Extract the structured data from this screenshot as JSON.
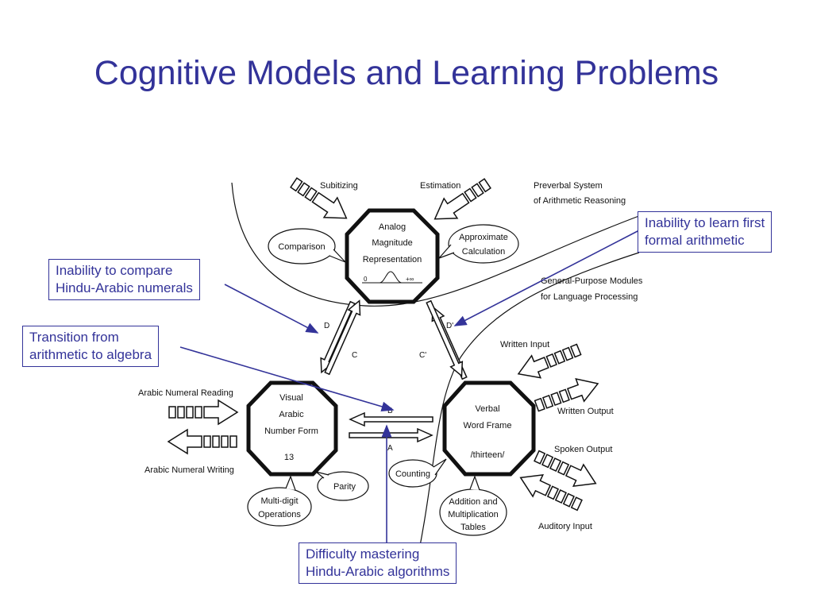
{
  "slide": {
    "title": "Cognitive Models and Learning Problems"
  },
  "modules": {
    "analog": {
      "line1": "Analog",
      "line2": "Magnitude",
      "line3": "Representation",
      "zero": "0",
      "infinity": "+∞"
    },
    "visual": {
      "line1": "Visual",
      "line2": "Arabic",
      "line3": "Number Form",
      "example": "13"
    },
    "verbal": {
      "line1": "Verbal",
      "line2": "Word Frame",
      "example": "/thirteen/"
    }
  },
  "bubbles": {
    "comparison": "Comparison",
    "approximate": [
      "Approximate",
      "Calculation"
    ],
    "parity": "Parity",
    "multidigit": [
      "Multi-digit",
      "Operations"
    ],
    "counting": "Counting",
    "addition": [
      "Addition and",
      "Multiplication",
      "Tables"
    ]
  },
  "io_labels": {
    "subitizing": "Subitizing",
    "estimation": "Estimation",
    "preverbal": [
      "Preverbal System",
      "of Arithmetic Reasoning"
    ],
    "general_purpose": [
      "General-Purpose Modules",
      "for Language Processing"
    ],
    "written_input": "Written Input",
    "written_output": "Written Output",
    "spoken_output": "Spoken Output",
    "auditory_input": "Auditory Input",
    "arabic_reading": "Arabic Numeral Reading",
    "arabic_writing": "Arabic Numeral Writing"
  },
  "pathways": {
    "a": "A",
    "b": "B",
    "c": "C",
    "c_prime": "C'",
    "d": "D",
    "d_prime": "D'"
  },
  "callouts": {
    "compare": [
      "Inability to compare",
      "Hindu-Arabic numerals"
    ],
    "transition": [
      "Transition from",
      "arithmetic to algebra"
    ],
    "formal": [
      "Inability to learn first",
      "formal arithmetic"
    ],
    "algorithms": [
      "Difficulty mastering",
      "Hindu-Arabic algorithms"
    ]
  },
  "colors": {
    "title": "#333399",
    "callout_line": "#333399",
    "diagram_ink": "#111111"
  }
}
